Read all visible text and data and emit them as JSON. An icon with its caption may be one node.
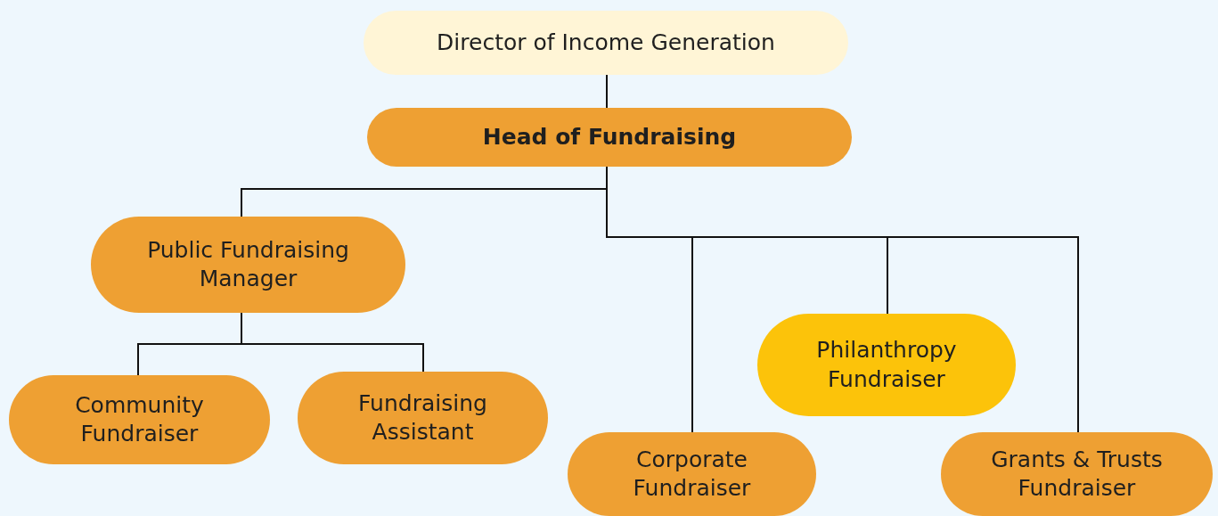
{
  "diagram": {
    "nodes": [
      {
        "text": [
          "Director of Income Generation"
        ]
      },
      {
        "text": [
          "Head of Fundraising"
        ]
      },
      {
        "text": [
          "Public Fundraising Manager"
        ]
      },
      {
        "text": [
          "Community Fundraiser"
        ]
      },
      {
        "text": [
          "Fundraising Assistant"
        ]
      },
      {
        "text": [
          "Corporate Fundraiser"
        ]
      },
      {
        "text": [
          "Philanthropy Fundraiser"
        ]
      },
      {
        "text": [
          "Grants & Trusts Fundraiser"
        ]
      }
    ],
    "edges": [
      {
        "from": 0,
        "to": 1,
        "arrow": "none"
      },
      {
        "from": 1,
        "to": 2,
        "arrow": "none"
      },
      {
        "from": 1,
        "to": 5,
        "arrow": "none"
      },
      {
        "from": 1,
        "to": 6,
        "arrow": "none"
      },
      {
        "from": 1,
        "to": 7,
        "arrow": "none"
      },
      {
        "from": 2,
        "to": 3,
        "arrow": "none"
      },
      {
        "from": 2,
        "to": 4,
        "arrow": "none"
      }
    ]
  }
}
